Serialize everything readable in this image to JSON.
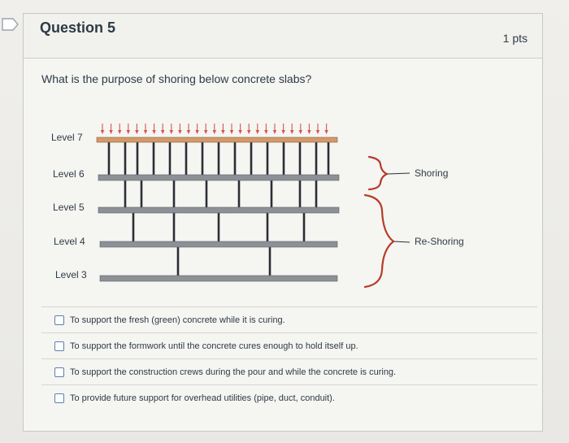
{
  "question": {
    "title": "Question 5",
    "points": "1 pts",
    "prompt": "What is the purpose of shoring below concrete slabs?"
  },
  "diagram": {
    "levels": [
      "Level 7",
      "Level 6",
      "Level 5",
      "Level 4",
      "Level 3"
    ],
    "brace_labels": {
      "shoring": "Shoring",
      "reshoring": "Re-Shoring"
    },
    "colors": {
      "load_arrows": "#d9534f",
      "fresh_slab": "#d39a6b",
      "slab": "#8d9196",
      "post": "#2a2f36",
      "brace": "#b83a2a"
    }
  },
  "answers": [
    {
      "label": "To support the fresh (green) concrete while it is curing.",
      "checked": false
    },
    {
      "label": "To support the formwork until the concrete cures enough to hold itself up.",
      "checked": false
    },
    {
      "label": "To support the construction crews during the pour and while the concrete is curing.",
      "checked": false
    },
    {
      "label": "To provide future support for overhead utilities (pipe, duct, conduit).",
      "checked": false
    }
  ]
}
